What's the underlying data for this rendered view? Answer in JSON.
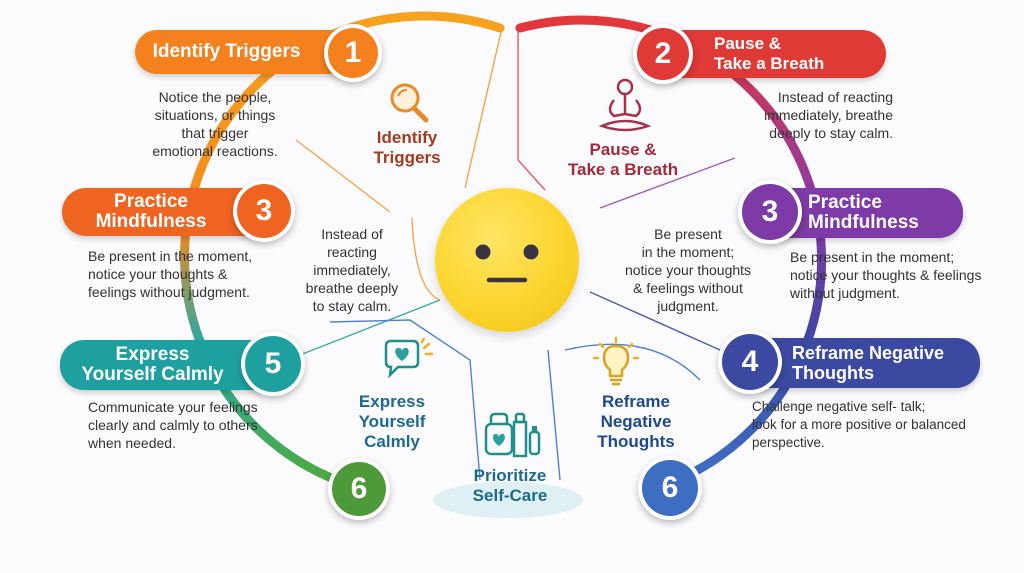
{
  "steps": {
    "s1": {
      "title": "Identify Triggers",
      "number": "1",
      "desc": [
        "Notice the people,",
        "situations, or things",
        "that trigger",
        "emotional reactions."
      ]
    },
    "s2": {
      "title": [
        "Pause &",
        "Take a Breath"
      ],
      "number": "2",
      "desc": [
        "Instead of reacting",
        "immediately, breathe",
        "deeply to stay calm."
      ]
    },
    "s3_left": {
      "title": [
        "Practice",
        "Mindfulness"
      ],
      "number": "3",
      "desc": [
        "Be present in the moment,",
        "notice your thoughts &",
        "feelings without judgment."
      ]
    },
    "s3_right": {
      "title": [
        "Practice",
        "Mindfulness"
      ],
      "number": "3",
      "desc": [
        "Be present in the moment;",
        "notice your thoughts & feelings",
        "without judgment."
      ]
    },
    "s4": {
      "title": [
        "Reframe Negative",
        "Thoughts"
      ],
      "number": "4",
      "desc": [
        "Challenge negative self- talk;",
        "look for a more positive or balanced",
        "perspective."
      ]
    },
    "s5": {
      "title": [
        "Express",
        "Yourself Calmly"
      ],
      "number": "5",
      "desc": [
        "Communicate your feelings",
        "clearly and calmly to others",
        "when needed."
      ]
    },
    "s6_left": {
      "number": "6"
    },
    "s6_right": {
      "number": "6"
    }
  },
  "segments": {
    "identify": [
      "Identify",
      "Triggers"
    ],
    "pause": [
      "Pause &",
      "Take a Breath"
    ],
    "left_text": [
      "Instead of",
      "reacting",
      "immediately,",
      "breathe deeply",
      "to stay calm."
    ],
    "right_text": [
      "Be present",
      "in the moment;",
      "notice your thoughts",
      "& feelings without",
      "judgment."
    ],
    "express": [
      "Express",
      "Yourself",
      "Calmly"
    ],
    "selfcare": [
      "Prioritize",
      "Self-Care"
    ],
    "reframe": [
      "Reframe",
      "Negative",
      "Thoughts"
    ]
  },
  "colors": {
    "orange": "#f5801e",
    "orange_red": "#ee6420",
    "teal": "#1fa0a0",
    "green": "#4e9a3a",
    "red": "#e03a36",
    "purple": "#7e3aa6",
    "indigo": "#3b4aa0",
    "blue": "#3e6ec2"
  },
  "icons": [
    "magnifier-icon",
    "meditation-icon",
    "heart-chat-icon",
    "self-care-bottles-icon",
    "lightbulb-icon",
    "neutral-face-icon"
  ]
}
